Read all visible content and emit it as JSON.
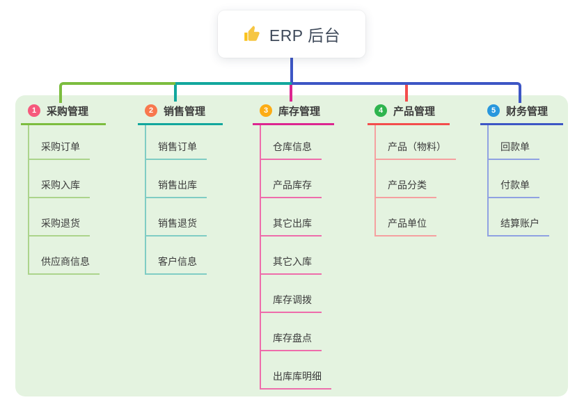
{
  "root": {
    "icon": "thumbs-up-icon",
    "title": "ERP 后台"
  },
  "colors": {
    "canvas_bg": "#ffffff",
    "panel_bg": "#e4f3e0",
    "root_connector": "#3d56c5"
  },
  "branches": [
    {
      "num": "1",
      "label": "采购管理",
      "colors": {
        "badge": "#f6597c",
        "main": "#7cbd3f",
        "light": "#abd48b"
      },
      "items": [
        "采购订单",
        "采购入库",
        "采购退货",
        "供应商信息"
      ]
    },
    {
      "num": "2",
      "label": "销售管理",
      "colors": {
        "badge": "#f8784e",
        "main": "#12a79d",
        "light": "#7fccc4"
      },
      "items": [
        "销售订单",
        "销售出库",
        "销售退货",
        "客户信息"
      ]
    },
    {
      "num": "3",
      "label": "库存管理",
      "colors": {
        "badge": "#fcac15",
        "main": "#dc2690",
        "light": "#ee6cab"
      },
      "items": [
        "仓库信息",
        "产品库存",
        "其它出库",
        "其它入库",
        "库存调拨",
        "库存盘点",
        "出库库明细"
      ]
    },
    {
      "num": "4",
      "label": "产品管理",
      "colors": {
        "badge": "#2eb44e",
        "main": "#f34d4d",
        "light": "#f5a0a0"
      },
      "items": [
        "产品（物料）",
        "产品分类",
        "产品单位"
      ]
    },
    {
      "num": "5",
      "label": "财务管理",
      "colors": {
        "badge": "#2897dd",
        "main": "#3d56c5",
        "light": "#8fa1e2"
      },
      "items": [
        "回款单",
        "付款单",
        "结算账户"
      ]
    }
  ]
}
